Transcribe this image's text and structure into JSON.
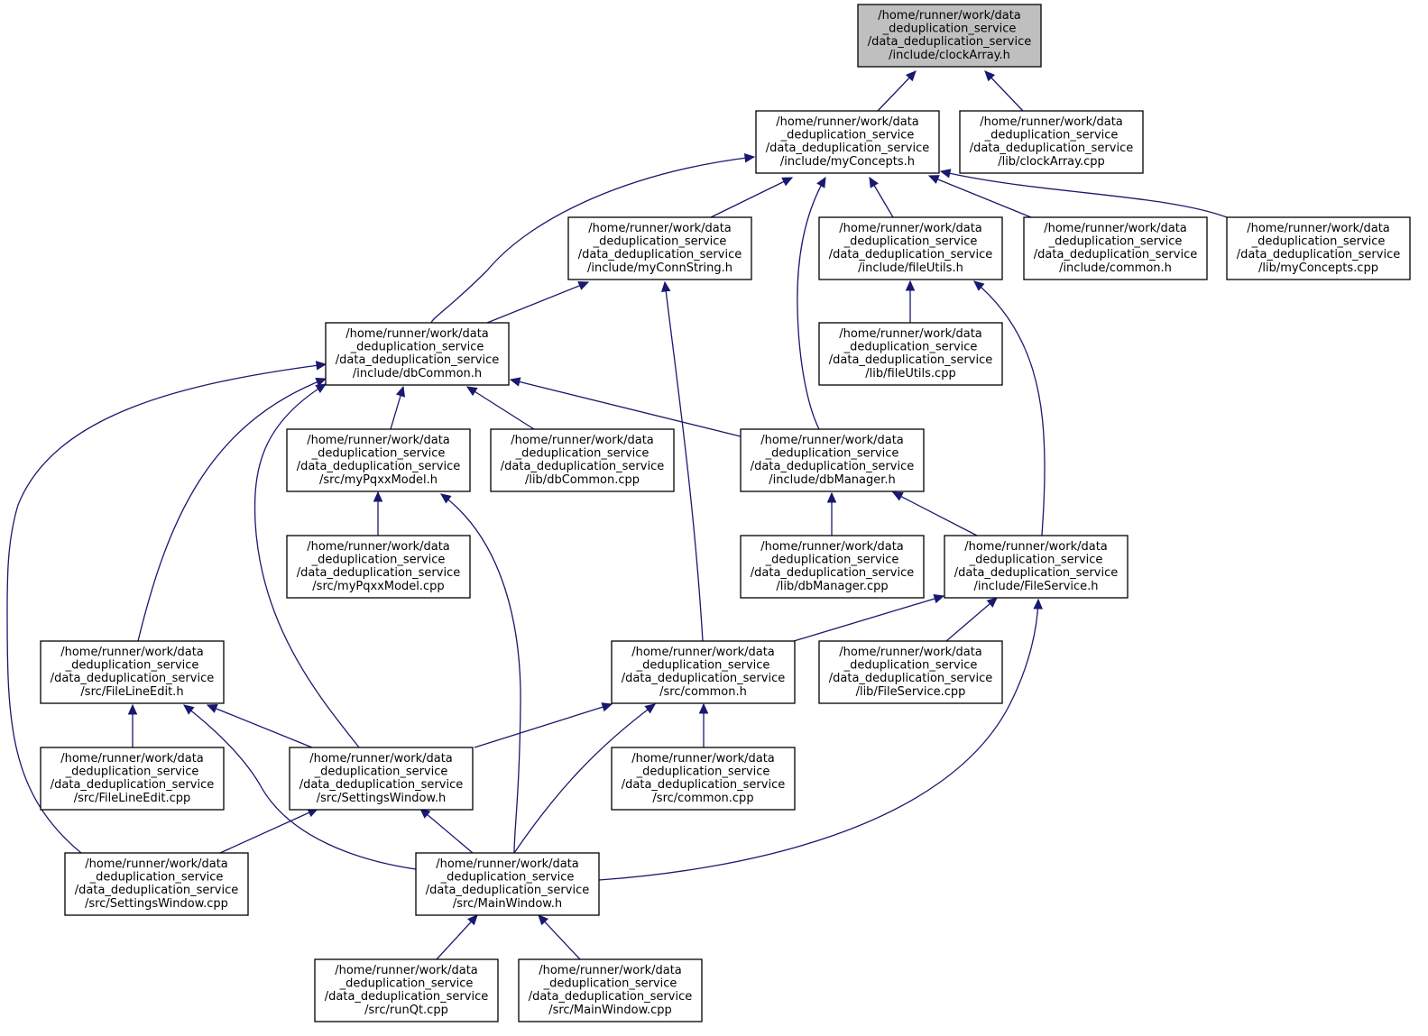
{
  "diagram": {
    "type": "include-dependency-graph",
    "edge_color": "#191970",
    "root_fill": "#bfbfbf",
    "node_fill": "#ffffff",
    "nodes": [
      {
        "id": "clockArray_h",
        "root": true,
        "lines": [
          "/home/runner/work/data",
          "_deduplication_service",
          "/data_deduplication_service",
          "/include/clockArray.h"
        ]
      },
      {
        "id": "myConcepts_h",
        "lines": [
          "/home/runner/work/data",
          "_deduplication_service",
          "/data_deduplication_service",
          "/include/myConcepts.h"
        ]
      },
      {
        "id": "clockArray_cpp",
        "lines": [
          "/home/runner/work/data",
          "_deduplication_service",
          "/data_deduplication_service",
          "/lib/clockArray.cpp"
        ]
      },
      {
        "id": "myConnString_h",
        "lines": [
          "/home/runner/work/data",
          "_deduplication_service",
          "/data_deduplication_service",
          "/include/myConnString.h"
        ]
      },
      {
        "id": "fileUtils_h",
        "lines": [
          "/home/runner/work/data",
          "_deduplication_service",
          "/data_deduplication_service",
          "/include/fileUtils.h"
        ]
      },
      {
        "id": "include_common_h",
        "lines": [
          "/home/runner/work/data",
          "_deduplication_service",
          "/data_deduplication_service",
          "/include/common.h"
        ]
      },
      {
        "id": "myConcepts_cpp",
        "lines": [
          "/home/runner/work/data",
          "_deduplication_service",
          "/data_deduplication_service",
          "/lib/myConcepts.cpp"
        ]
      },
      {
        "id": "dbCommon_h",
        "lines": [
          "/home/runner/work/data",
          "_deduplication_service",
          "/data_deduplication_service",
          "/include/dbCommon.h"
        ]
      },
      {
        "id": "fileUtils_cpp",
        "lines": [
          "/home/runner/work/data",
          "_deduplication_service",
          "/data_deduplication_service",
          "/lib/fileUtils.cpp"
        ]
      },
      {
        "id": "myPqxxModel_h",
        "lines": [
          "/home/runner/work/data",
          "_deduplication_service",
          "/data_deduplication_service",
          "/src/myPqxxModel.h"
        ]
      },
      {
        "id": "dbCommon_cpp",
        "lines": [
          "/home/runner/work/data",
          "_deduplication_service",
          "/data_deduplication_service",
          "/lib/dbCommon.cpp"
        ]
      },
      {
        "id": "dbManager_h",
        "lines": [
          "/home/runner/work/data",
          "_deduplication_service",
          "/data_deduplication_service",
          "/include/dbManager.h"
        ]
      },
      {
        "id": "myPqxxModel_cpp",
        "lines": [
          "/home/runner/work/data",
          "_deduplication_service",
          "/data_deduplication_service",
          "/src/myPqxxModel.cpp"
        ]
      },
      {
        "id": "dbManager_cpp",
        "lines": [
          "/home/runner/work/data",
          "_deduplication_service",
          "/data_deduplication_service",
          "/lib/dbManager.cpp"
        ]
      },
      {
        "id": "FileService_h",
        "lines": [
          "/home/runner/work/data",
          "_deduplication_service",
          "/data_deduplication_service",
          "/include/FileService.h"
        ]
      },
      {
        "id": "FileLineEdit_h",
        "lines": [
          "/home/runner/work/data",
          "_deduplication_service",
          "/data_deduplication_service",
          "/src/FileLineEdit.h"
        ]
      },
      {
        "id": "src_common_h",
        "lines": [
          "/home/runner/work/data",
          "_deduplication_service",
          "/data_deduplication_service",
          "/src/common.h"
        ]
      },
      {
        "id": "FileService_cpp",
        "lines": [
          "/home/runner/work/data",
          "_deduplication_service",
          "/data_deduplication_service",
          "/lib/FileService.cpp"
        ]
      },
      {
        "id": "FileLineEdit_cpp",
        "lines": [
          "/home/runner/work/data",
          "_deduplication_service",
          "/data_deduplication_service",
          "/src/FileLineEdit.cpp"
        ]
      },
      {
        "id": "SettingsWindow_h",
        "lines": [
          "/home/runner/work/data",
          "_deduplication_service",
          "/data_deduplication_service",
          "/src/SettingsWindow.h"
        ]
      },
      {
        "id": "common_cpp",
        "lines": [
          "/home/runner/work/data",
          "_deduplication_service",
          "/data_deduplication_service",
          "/src/common.cpp"
        ]
      },
      {
        "id": "SettingsWindow_cpp",
        "lines": [
          "/home/runner/work/data",
          "_deduplication_service",
          "/data_deduplication_service",
          "/src/SettingsWindow.cpp"
        ]
      },
      {
        "id": "MainWindow_h",
        "lines": [
          "/home/runner/work/data",
          "_deduplication_service",
          "/data_deduplication_service",
          "/src/MainWindow.h"
        ]
      },
      {
        "id": "runQt_cpp",
        "lines": [
          "/home/runner/work/data",
          "_deduplication_service",
          "/data_deduplication_service",
          "/src/runQt.cpp"
        ]
      },
      {
        "id": "MainWindow_cpp",
        "lines": [
          "/home/runner/work/data",
          "_deduplication_service",
          "/data_deduplication_service",
          "/src/MainWindow.cpp"
        ]
      }
    ],
    "edges": [
      {
        "from": "myConcepts_h",
        "to": "clockArray_h"
      },
      {
        "from": "clockArray_cpp",
        "to": "clockArray_h"
      },
      {
        "from": "dbCommon_h",
        "to": "myConcepts_h"
      },
      {
        "from": "myConnString_h",
        "to": "myConcepts_h"
      },
      {
        "from": "dbManager_h",
        "to": "myConcepts_h"
      },
      {
        "from": "fileUtils_h",
        "to": "myConcepts_h"
      },
      {
        "from": "include_common_h",
        "to": "myConcepts_h"
      },
      {
        "from": "myConcepts_cpp",
        "to": "myConcepts_h"
      },
      {
        "from": "dbCommon_h",
        "to": "myConnString_h"
      },
      {
        "from": "src_common_h",
        "to": "myConnString_h"
      },
      {
        "from": "fileUtils_cpp",
        "to": "fileUtils_h"
      },
      {
        "from": "FileService_h",
        "to": "fileUtils_h"
      },
      {
        "from": "myPqxxModel_h",
        "to": "dbCommon_h"
      },
      {
        "from": "dbCommon_cpp",
        "to": "dbCommon_h"
      },
      {
        "from": "dbManager_h",
        "to": "dbCommon_h"
      },
      {
        "from": "FileLineEdit_h",
        "to": "dbCommon_h"
      },
      {
        "from": "SettingsWindow_h",
        "to": "dbCommon_h"
      },
      {
        "from": "SettingsWindow_cpp",
        "to": "dbCommon_h"
      },
      {
        "from": "myPqxxModel_cpp",
        "to": "myPqxxModel_h"
      },
      {
        "from": "MainWindow_h",
        "to": "myPqxxModel_h"
      },
      {
        "from": "dbManager_cpp",
        "to": "dbManager_h"
      },
      {
        "from": "FileService_h",
        "to": "dbManager_h"
      },
      {
        "from": "src_common_h",
        "to": "FileService_h"
      },
      {
        "from": "FileService_cpp",
        "to": "FileService_h"
      },
      {
        "from": "MainWindow_h",
        "to": "FileService_h"
      },
      {
        "from": "FileLineEdit_cpp",
        "to": "FileLineEdit_h"
      },
      {
        "from": "SettingsWindow_h",
        "to": "FileLineEdit_h"
      },
      {
        "from": "MainWindow_h",
        "to": "FileLineEdit_h"
      },
      {
        "from": "SettingsWindow_h",
        "to": "src_common_h"
      },
      {
        "from": "MainWindow_h",
        "to": "src_common_h"
      },
      {
        "from": "common_cpp",
        "to": "src_common_h"
      },
      {
        "from": "SettingsWindow_cpp",
        "to": "SettingsWindow_h"
      },
      {
        "from": "MainWindow_h",
        "to": "SettingsWindow_h"
      },
      {
        "from": "runQt_cpp",
        "to": "MainWindow_h"
      },
      {
        "from": "MainWindow_cpp",
        "to": "MainWindow_h"
      }
    ]
  }
}
